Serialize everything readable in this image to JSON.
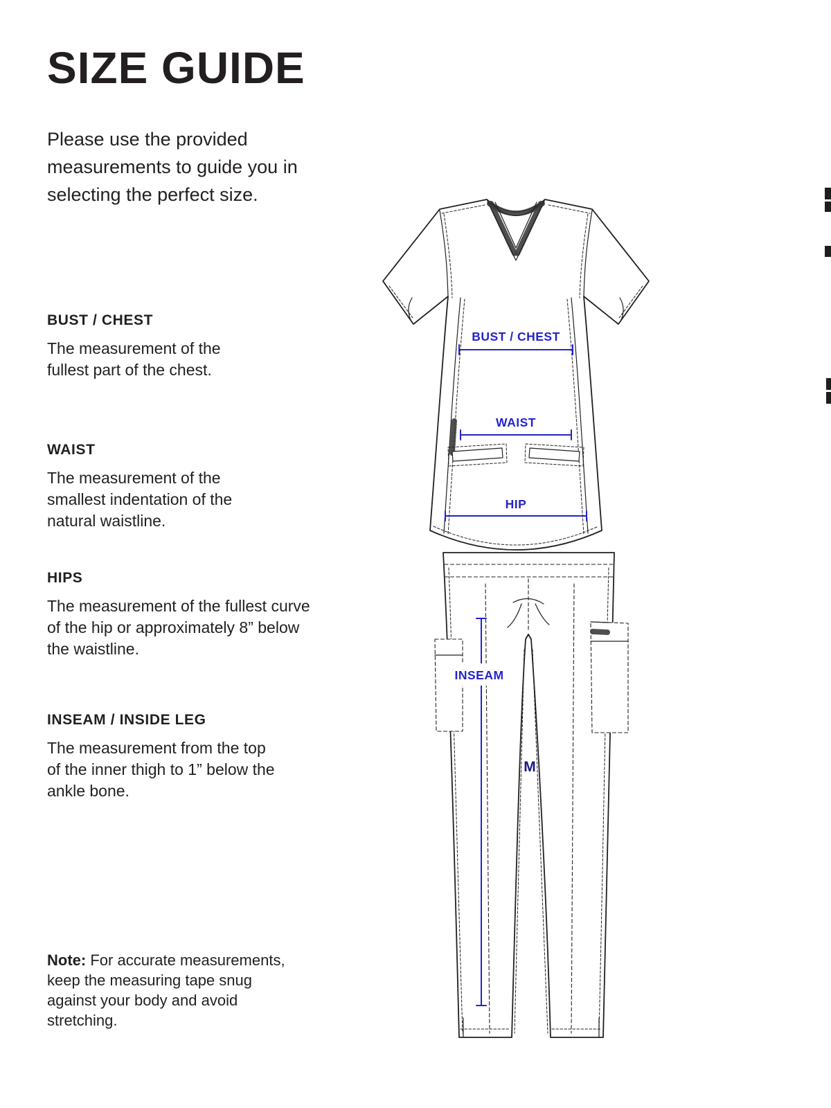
{
  "page": {
    "title": "SIZE GUIDE",
    "intro": "Please use the provided measurements to guide you in selecting the perfect size.",
    "sections": [
      {
        "heading": "BUST / CHEST",
        "body": "The measurement of the fullest part of the chest."
      },
      {
        "heading": "WAIST",
        "body": "The measurement of the smallest indentation of the natural waistline."
      },
      {
        "heading": "HIPS",
        "body": "The measurement of the fullest curve of the hip or approximately 8” below the waistline."
      },
      {
        "heading": "INSEAM / INSIDE LEG",
        "body": "The measurement from the top of the inner thigh to 1” below the ankle bone."
      }
    ],
    "note_label": "Note:",
    "note_body": "For accurate measurements, keep the measuring tape snug against your body and avoid stretching."
  },
  "diagram": {
    "labels": {
      "bust": "BUST / CHEST",
      "waist": "WAIST",
      "hip": "HIP",
      "inseam": "INSEAM",
      "size": "M"
    },
    "colors": {
      "accent": "#2424cc",
      "ink": "#231f20",
      "size": "#1a1a80"
    }
  }
}
